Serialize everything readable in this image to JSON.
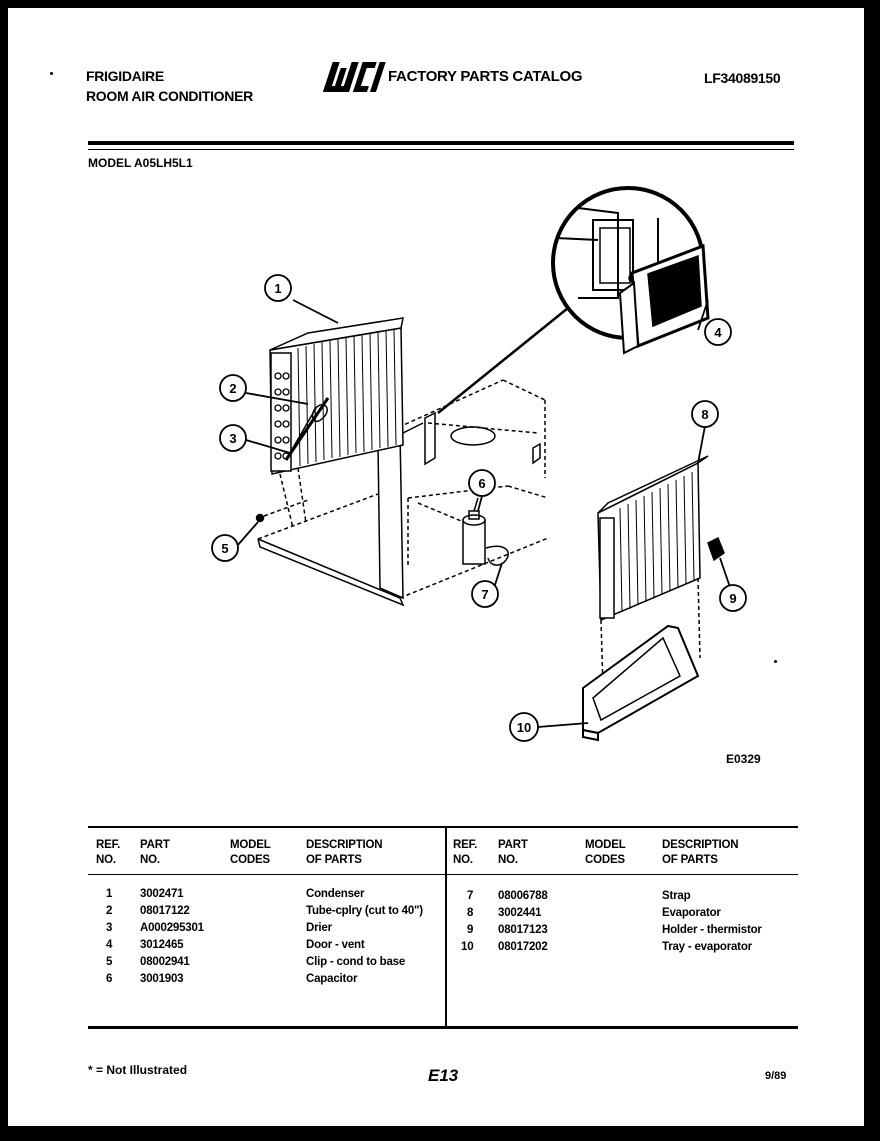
{
  "header": {
    "brand": "FRIGIDAIRE",
    "product": "ROOM AIR CONDITIONER",
    "catalog_title": "FACTORY PARTS CATALOG",
    "catalog_number": "LF34089150"
  },
  "model_label": "MODEL A05LH5L1",
  "figure_code": "E0329",
  "callouts": [
    "1",
    "2",
    "3",
    "4",
    "5",
    "6",
    "7",
    "8",
    "9",
    "10"
  ],
  "table": {
    "headers": {
      "ref": [
        "REF.",
        "NO."
      ],
      "part": [
        "PART",
        "NO."
      ],
      "model": [
        "MODEL",
        "CODES"
      ],
      "description": [
        "DESCRIPTION",
        "OF PARTS"
      ]
    },
    "left_rows": [
      {
        "ref": "1",
        "part": "3002471",
        "model": "",
        "desc": "Condenser"
      },
      {
        "ref": "2",
        "part": "08017122",
        "model": "",
        "desc": "Tube-cplry (cut to 40\")"
      },
      {
        "ref": "3",
        "part": "A000295301",
        "model": "",
        "desc": "Drier"
      },
      {
        "ref": "4",
        "part": "3012465",
        "model": "",
        "desc": "Door - vent"
      },
      {
        "ref": "5",
        "part": "08002941",
        "model": "",
        "desc": "Clip - cond to base"
      },
      {
        "ref": "6",
        "part": "3001903",
        "model": "",
        "desc": "Capacitor"
      }
    ],
    "right_rows": [
      {
        "ref": "7",
        "part": "08006788",
        "model": "",
        "desc": "Strap"
      },
      {
        "ref": "8",
        "part": "3002441",
        "model": "",
        "desc": "Evaporator"
      },
      {
        "ref": "9",
        "part": "08017123",
        "model": "",
        "desc": "Holder - thermistor"
      },
      {
        "ref": "10",
        "part": "08017202",
        "model": "",
        "desc": "Tray - evaporator"
      }
    ]
  },
  "footer": {
    "note": "* = Not Illustrated",
    "page": "E13",
    "date": "9/89"
  }
}
